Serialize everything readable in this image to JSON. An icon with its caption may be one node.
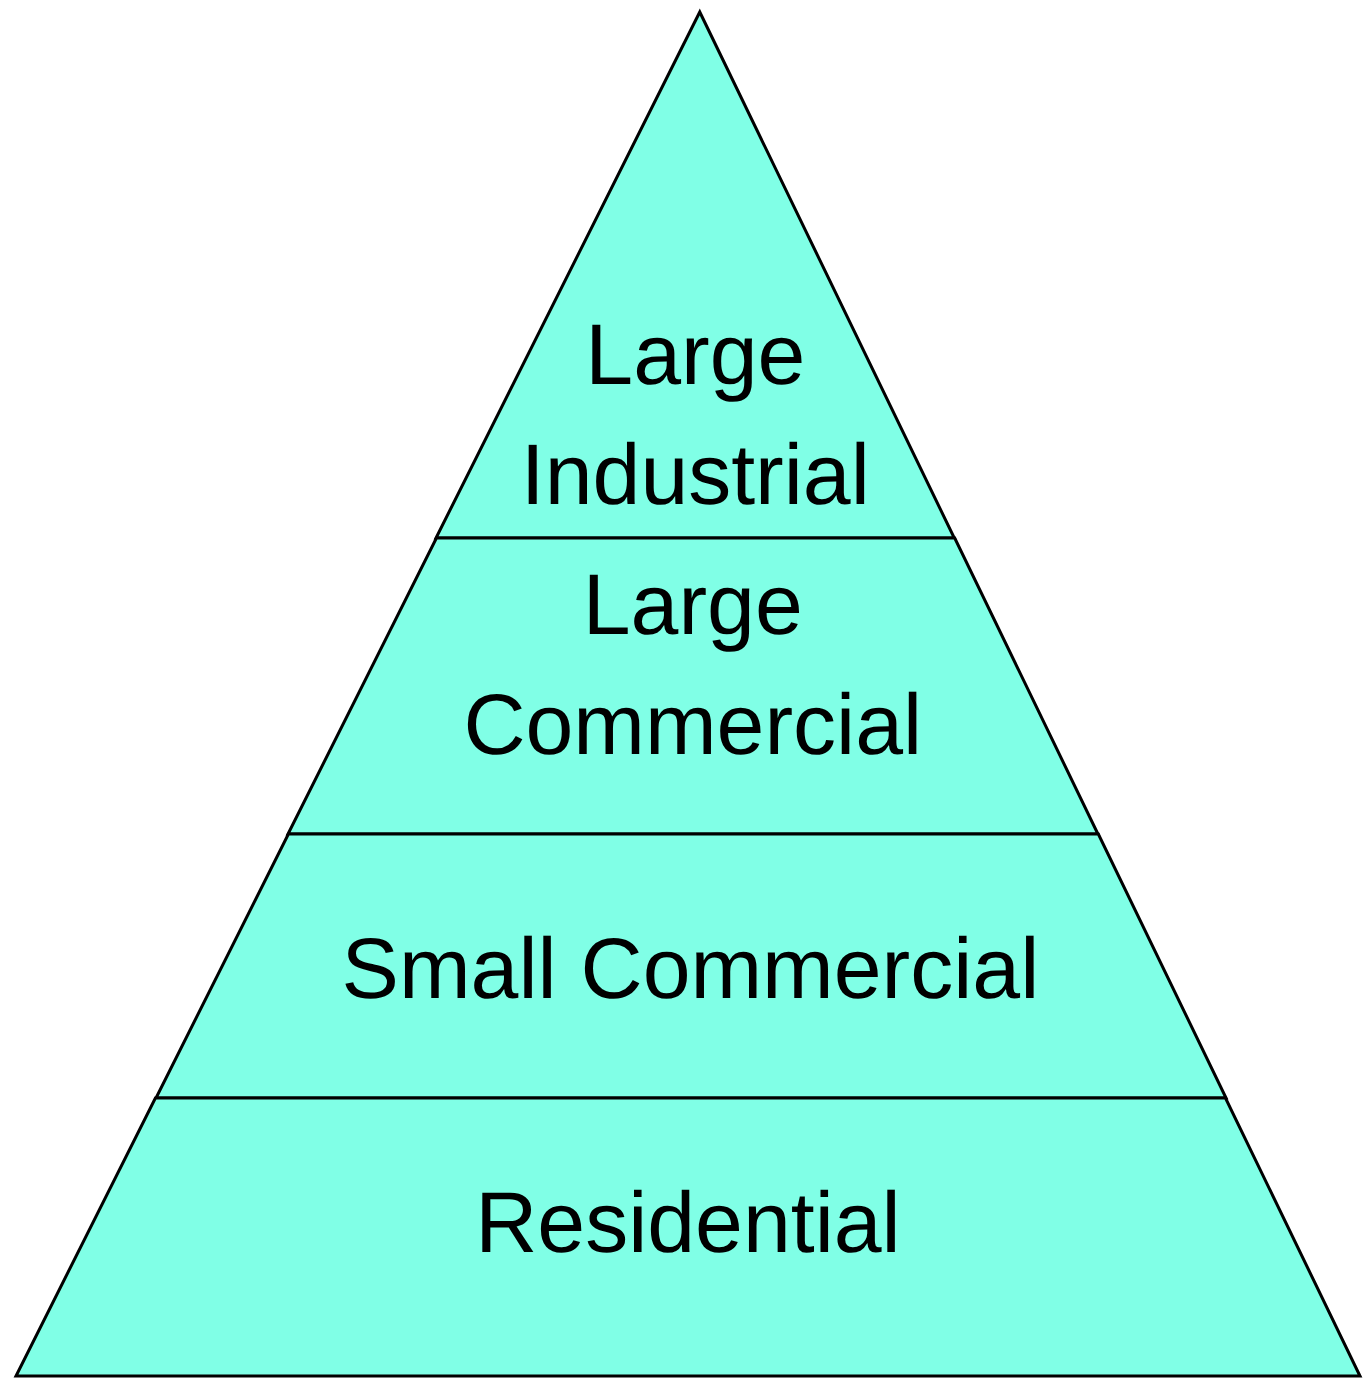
{
  "diagram": {
    "nodes": [
      {
        "text": [
          "Large Industrial"
        ]
      },
      {
        "text": [
          "Large Commercial"
        ]
      },
      {
        "text": [
          "Small Commercial"
        ]
      },
      {
        "text": [
          "Residential"
        ]
      }
    ]
  }
}
